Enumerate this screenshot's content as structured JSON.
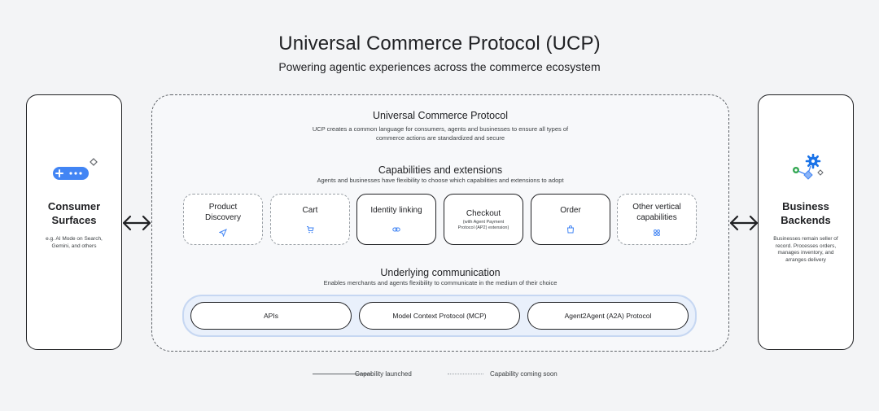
{
  "header": {
    "title": "Universal Commerce Protocol (UCP)",
    "subtitle": "Powering agentic experiences across the commerce ecosystem"
  },
  "consumer": {
    "name_line1": "Consumer",
    "name_line2": "Surfaces",
    "desc": "e.g. AI Mode on Search, Gemini, and others"
  },
  "business": {
    "name_line1": "Business",
    "name_line2": "Backends",
    "desc": "Businesses remain seller of record. Processes orders, manages inventory, and arranges delivery"
  },
  "protocol": {
    "title": "Universal Commerce Protocol",
    "desc_line1": "UCP creates a common language for consumers, agents and businesses to ensure all types of",
    "desc_line2": "commerce actions are standardized and secure"
  },
  "capabilities": {
    "title": "Capabilities and extensions",
    "desc": "Agents and businesses have flexibility to choose which capabilities and extensions to adopt",
    "items": [
      {
        "line1": "Product",
        "line2": "Discovery",
        "sub1": "",
        "sub2": "",
        "icon": "send-icon",
        "status": "coming-soon"
      },
      {
        "line1": "Cart",
        "line2": "",
        "sub1": "",
        "sub2": "",
        "icon": "cart-icon",
        "status": "coming-soon"
      },
      {
        "line1": "Identity linking",
        "line2": "",
        "sub1": "",
        "sub2": "",
        "icon": "link-icon",
        "status": "launched"
      },
      {
        "line1": "Checkout",
        "line2": "",
        "sub1": "(with Agent Payment",
        "sub2": "Protocol (AP2) extension)",
        "icon": "",
        "status": "launched"
      },
      {
        "line1": "Order",
        "line2": "",
        "sub1": "",
        "sub2": "",
        "icon": "bag-icon",
        "status": "launched"
      },
      {
        "line1": "Other vertical",
        "line2": "capabilities",
        "sub1": "",
        "sub2": "",
        "icon": "grid-icon",
        "status": "coming-soon"
      }
    ]
  },
  "communication": {
    "title": "Underlying communication",
    "desc": "Enables merchants and agents flexibility to communicate in the medium of their choice",
    "protocols": [
      "APIs",
      "Model Context Protocol (MCP)",
      "Agent2Agent (A2A) Protocol"
    ]
  },
  "legend": {
    "launched": "Capability launched",
    "coming_soon": "Capability coming soon"
  },
  "colors": {
    "accent_blue": "#4285f4",
    "band_fill": "#e9f0fb",
    "band_border": "#c6d7f2",
    "gear_blue": "#1a73e8",
    "green": "#34a853"
  }
}
